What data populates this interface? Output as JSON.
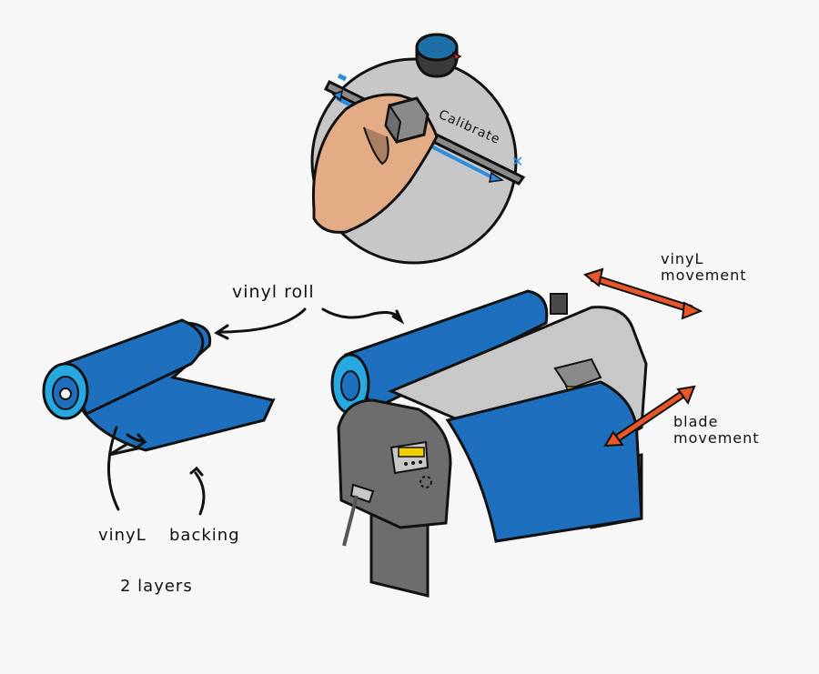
{
  "diagram": {
    "type": "illustration",
    "subject": "vinyl cutter machine and vinyl roll",
    "labels": {
      "calibrate": "Calibrate",
      "vinyl_roll": "vinyl roll",
      "vinyl_movement_line1": "vinyL",
      "vinyl_movement_line2": "movement",
      "blade_movement_line1": "blade",
      "blade_movement_line2": "movement",
      "vinyl": "vinyL",
      "backing": "backing",
      "layers": "2 layers"
    },
    "colors": {
      "background": "#f7f7f7",
      "vinyl_blue": "#1f6fbf",
      "roll_core_blue": "#26a9e0",
      "machine_light_gray": "#c8c8c8",
      "machine_dark_gray": "#6d6d6d",
      "arrow_orange": "#e8562a",
      "display_yellow": "#f2d000",
      "skin": "#e3ac85",
      "calibrate_circle": "#c7c7c7"
    }
  }
}
